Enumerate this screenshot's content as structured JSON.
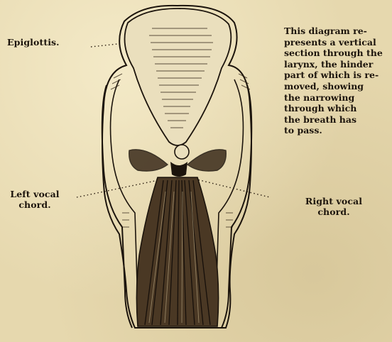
{
  "labels": {
    "epiglottis": "Epiglottis.",
    "left_vocal_chord_line1": "Left vocal",
    "left_vocal_chord_line2": "chord.",
    "right_vocal_chord_line1": "Right vocal",
    "right_vocal_chord_line2": "chord."
  },
  "caption": {
    "lines": [
      "This diagram re-",
      "presents a vertical",
      "section through the",
      "larynx, the hinder",
      "part of which is re-",
      "moved, showing",
      "the narrowing",
      "through which",
      "the breath has",
      "to pass."
    ]
  }
}
